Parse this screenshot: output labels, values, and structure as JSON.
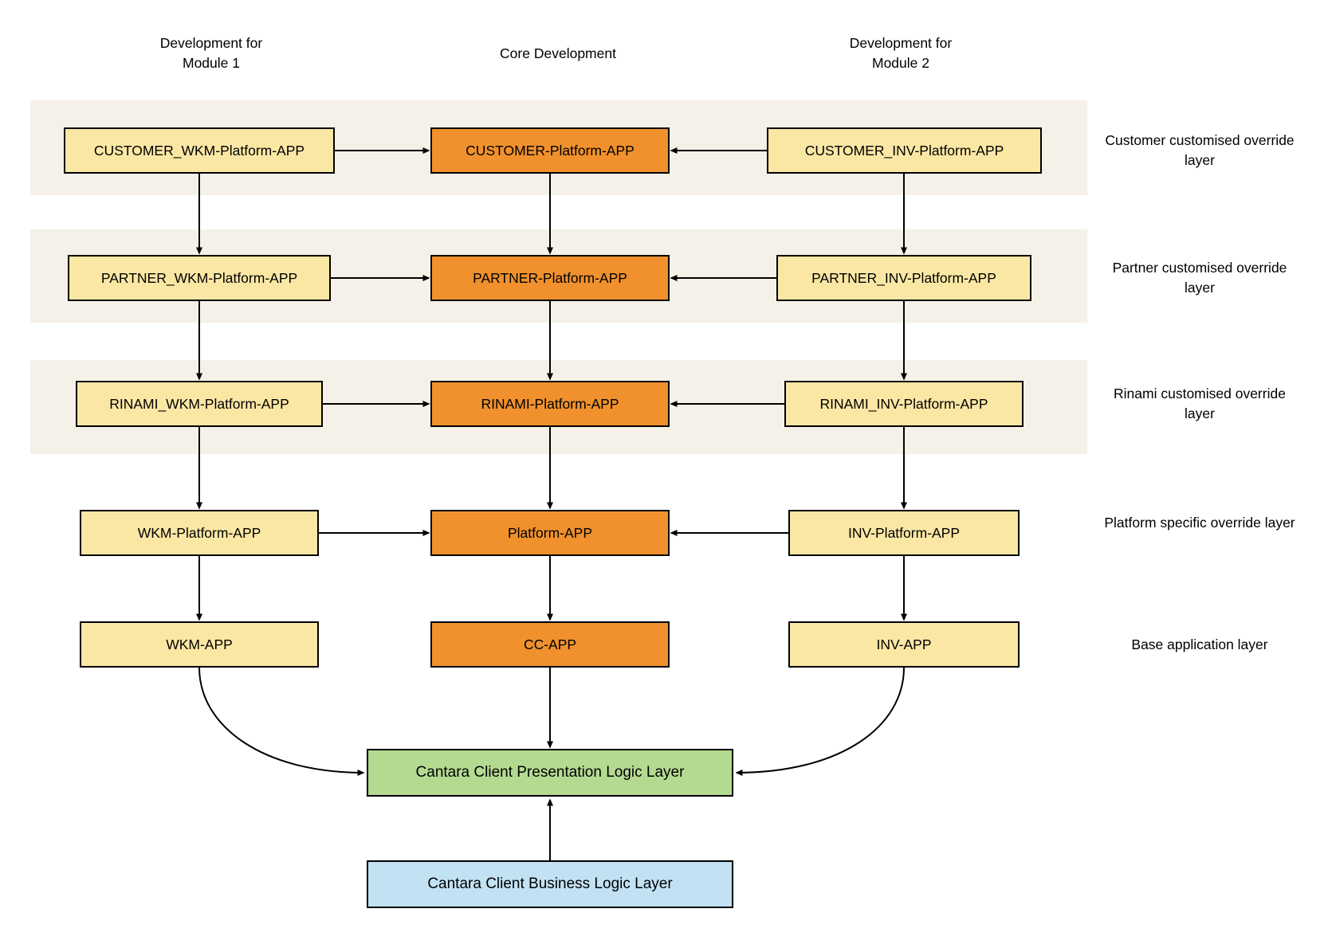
{
  "diagram": {
    "column_headers": [
      {
        "label": "Development for Module 1"
      },
      {
        "label": "Core Development"
      },
      {
        "label": "Development for Module 2"
      }
    ],
    "layers": [
      {
        "label": "Customer customised override layer",
        "banded": true,
        "boxes": [
          {
            "label": "CUSTOMER_WKM-Platform-APP",
            "style": "yellow"
          },
          {
            "label": "CUSTOMER-Platform-APP",
            "style": "orange"
          },
          {
            "label": "CUSTOMER_INV-Platform-APP",
            "style": "yellow"
          }
        ]
      },
      {
        "label": "Partner customised override layer",
        "banded": true,
        "boxes": [
          {
            "label": "PARTNER_WKM-Platform-APP",
            "style": "yellow"
          },
          {
            "label": "PARTNER-Platform-APP",
            "style": "orange"
          },
          {
            "label": "PARTNER_INV-Platform-APP",
            "style": "yellow"
          }
        ]
      },
      {
        "label": "Rinami customised override layer",
        "banded": true,
        "boxes": [
          {
            "label": "RINAMI_WKM-Platform-APP",
            "style": "yellow"
          },
          {
            "label": "RINAMI-Platform-APP",
            "style": "orange"
          },
          {
            "label": "RINAMI_INV-Platform-APP",
            "style": "yellow"
          }
        ]
      },
      {
        "label": "Platform specific override layer",
        "banded": false,
        "boxes": [
          {
            "label": "WKM-Platform-APP",
            "style": "yellow"
          },
          {
            "label": "Platform-APP",
            "style": "orange"
          },
          {
            "label": "INV-Platform-APP",
            "style": "yellow"
          }
        ]
      },
      {
        "label": "Base application layer",
        "banded": false,
        "boxes": [
          {
            "label": "WKM-APP",
            "style": "yellow"
          },
          {
            "label": "CC-APP",
            "style": "orange"
          },
          {
            "label": "INV-APP",
            "style": "yellow"
          }
        ]
      }
    ],
    "bottom_boxes": [
      {
        "label": "Cantara Client Presentation Logic Layer",
        "style": "green"
      },
      {
        "label": "Cantara Client Business Logic Layer",
        "style": "blue"
      }
    ],
    "colors": {
      "yellow_box": "#FBE7A4",
      "orange_box": "#F0912D",
      "green_box": "#B4DA92",
      "blue_box": "#C2E2F4",
      "band": "#F5F1E8",
      "border": "#000000",
      "arrow": "#000000",
      "text": "#000000",
      "background": "#FFFFFF"
    }
  }
}
